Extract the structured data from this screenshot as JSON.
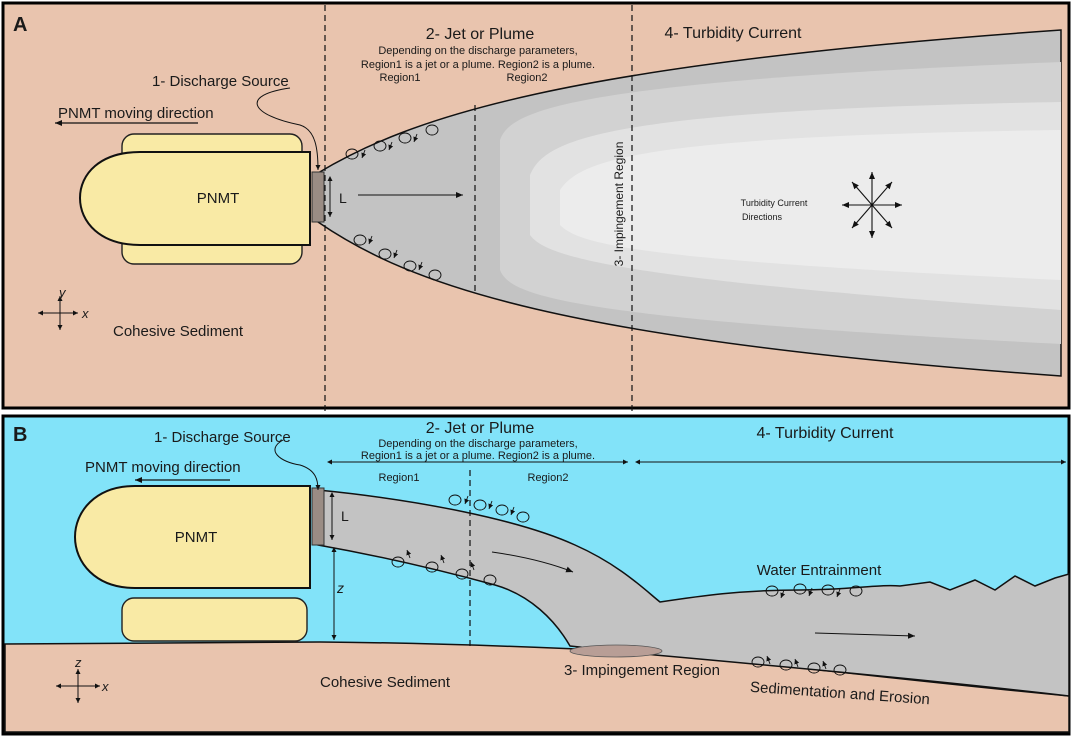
{
  "panel_a": {
    "label": "A",
    "discharge_source": "1- Discharge Source",
    "jet_title": "2- Jet or Plume",
    "jet_note_1": "Depending on the discharge parameters,",
    "jet_note_2": "Region1 is a jet or a plume. Region2 is a plume.",
    "region1": "Region1",
    "region2": "Region2",
    "turbidity_title": "4- Turbidity Current",
    "moving_direction": "PNMT moving direction",
    "vehicle": "PNMT",
    "width_symbol": "L",
    "impingement": "3- Impingement Region",
    "turb_dir_1": "Turbidity Current",
    "turb_dir_2": "Directions",
    "axis_y": "y",
    "axis_x": "x",
    "sediment": "Cohesive Sediment"
  },
  "panel_b": {
    "label": "B",
    "discharge_source": "1- Discharge Source",
    "jet_title": "2- Jet or Plume",
    "jet_note_1": "Depending on the discharge parameters,",
    "jet_note_2": "Region1 is a jet or a plume. Region2 is a plume.",
    "turbidity_title": "4- Turbidity Current",
    "moving_direction": "PNMT moving direction",
    "region1": "Region1",
    "region2": "Region2",
    "vehicle": "PNMT",
    "width_symbol": "L",
    "height_symbol": "z",
    "water_entrainment": "Water Entrainment",
    "impingement": "3- Impingement Region",
    "sedimentation": "Sedimentation and Erosion",
    "sediment": "Cohesive Sediment",
    "axis_z": "z",
    "axis_x": "x"
  },
  "colors": {
    "sediment": "#e9c4ae",
    "water": "#82e3f9",
    "vehicle": "#f9eaa5",
    "plume": "#c3c3c3",
    "plume_light": "#d6d6d6",
    "plume_lighter": "#e6e6e6",
    "nozzle": "#9a8c84"
  }
}
